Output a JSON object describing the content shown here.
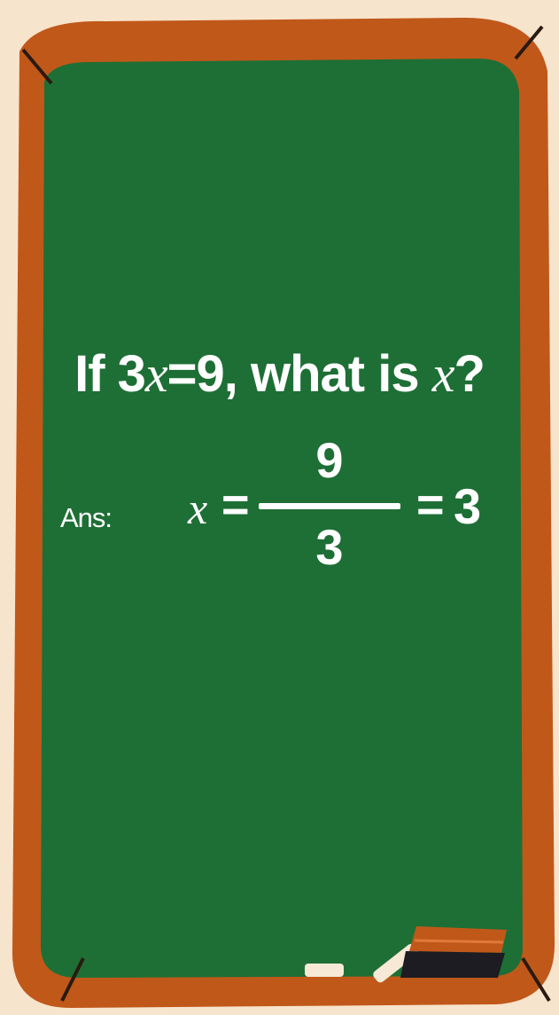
{
  "question": {
    "prefix": "If 3",
    "var1": "x",
    "middle": "=9, what is ",
    "var2": "x",
    "suffix": "?"
  },
  "answer": {
    "label": "Ans:",
    "variable": "x",
    "equals_1": "=",
    "numerator": "9",
    "denominator": "3",
    "equals_2": "=",
    "result": "3"
  },
  "colors": {
    "background": "#f7e4cc",
    "frame": "#c0581a",
    "board": "#1e6f35",
    "chalk": "#ffffff"
  }
}
